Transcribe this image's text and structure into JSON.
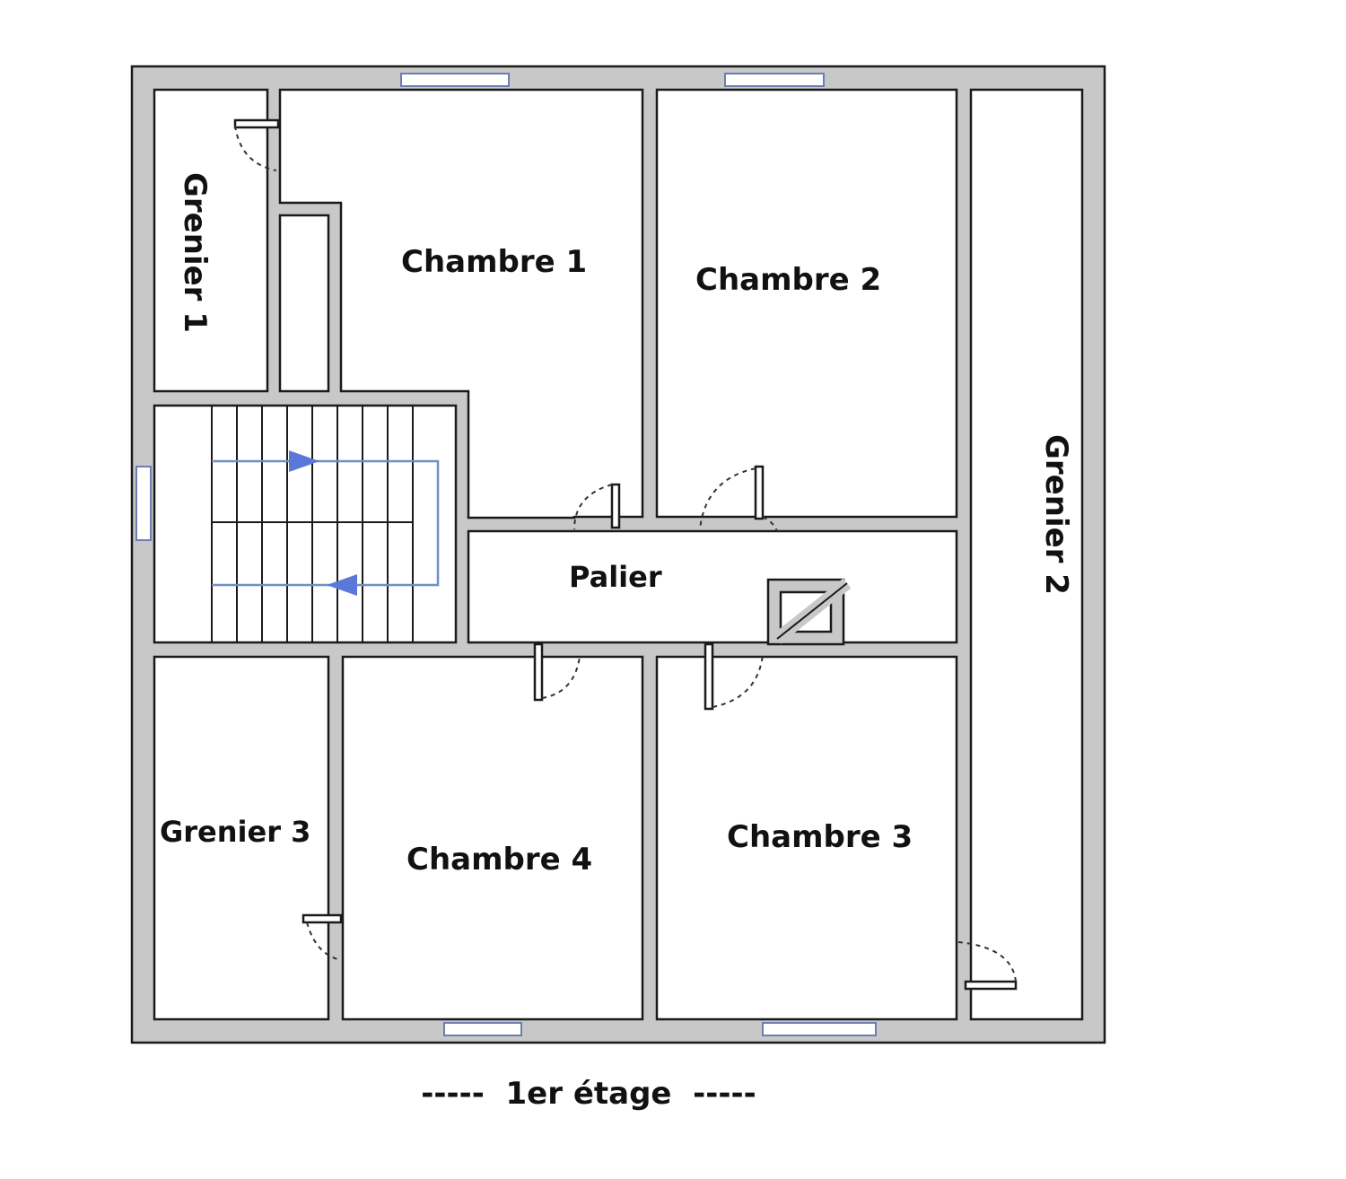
{
  "rooms": {
    "grenier1": "Grenier 1",
    "chambre1": "Chambre 1",
    "chambre2": "Chambre 2",
    "grenier2": "Grenier 2",
    "palier": "Palier",
    "grenier3": "Grenier 3",
    "chambre4": "Chambre 4",
    "chambre3": "Chambre 3"
  },
  "caption": "-----  1er étage  -----",
  "colors": {
    "wall": "#c8c8c8",
    "outline": "#1a1a1a",
    "stair_arrow": "#5a78d8",
    "window": "#6a7fb0"
  }
}
